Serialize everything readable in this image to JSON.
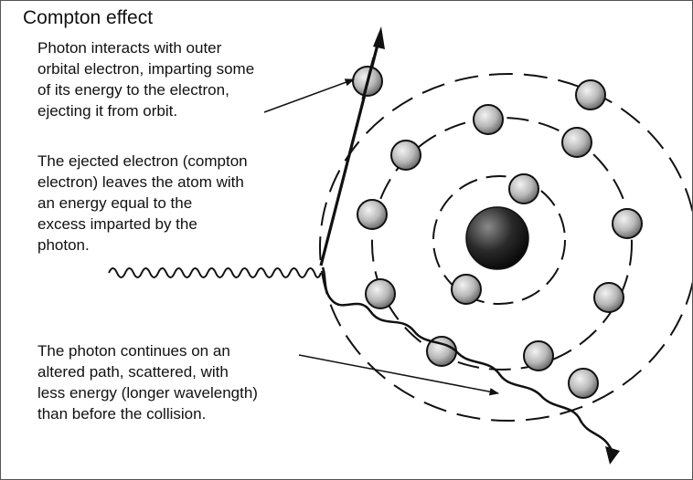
{
  "title": "Compton effect",
  "annotations": {
    "interaction": "Photon interacts with outer\norbital electron, imparting some\nof its energy to the electron,\nejecting it from orbit.",
    "ejected": "The ejected electron (compton\nelectron) leaves the atom with\nan energy equal to the\nexcess imparted by the\nphoton.",
    "scattered": "The photon continues on an\naltered path, scattered, with\nless energy (longer wavelength)\nthan before the collision."
  },
  "colors": {
    "background": "#ffffff",
    "line": "#111111",
    "electron_fill": "#b8b8b8",
    "nucleus_fill": "#2a2a2a",
    "frame": "#555555"
  }
}
